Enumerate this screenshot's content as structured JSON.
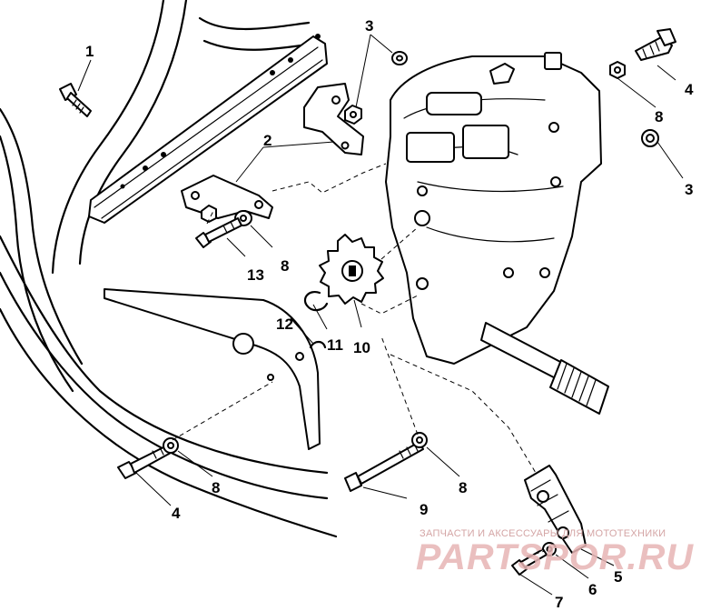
{
  "callouts": [
    "1",
    "2",
    "3",
    "3",
    "4",
    "4",
    "8",
    "8",
    "8",
    "8",
    "13",
    "12",
    "11",
    "10",
    "9",
    "5",
    "6",
    "7"
  ],
  "watermark": {
    "tagline": "ЗАПЧАСТИ И АКСЕССУАРЫ ДЛЯ МОТОТЕХНИКИ",
    "brand": "PARTSPOR.RU"
  },
  "colors": {
    "lines": "#000000",
    "watermark": "#e7b5b5",
    "background": "#ffffff"
  }
}
